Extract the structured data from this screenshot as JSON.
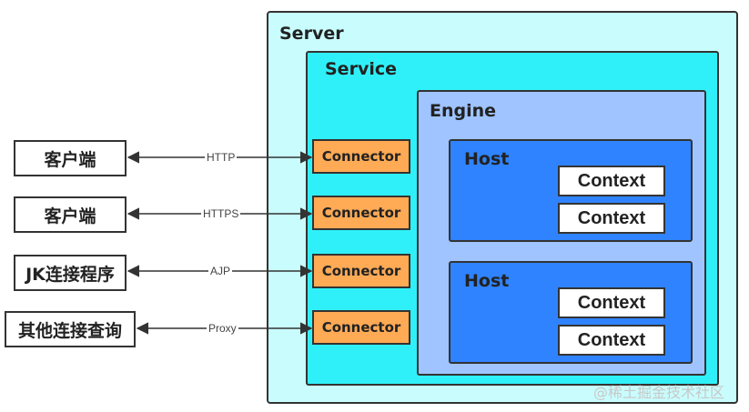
{
  "server": {
    "label": "Server"
  },
  "service": {
    "label": "Service"
  },
  "engine": {
    "label": "Engine"
  },
  "hosts": [
    {
      "label": "Host",
      "contexts": [
        "Context",
        "Context"
      ]
    },
    {
      "label": "Host",
      "contexts": [
        "Context",
        "Context"
      ]
    }
  ],
  "connectors": [
    "Connector",
    "Connector",
    "Connector",
    "Connector"
  ],
  "clients": [
    "客户端",
    "客户端",
    "JK连接程序",
    "其他连接查询"
  ],
  "protocols": [
    "HTTP",
    "HTTPS",
    "AJP",
    "Proxy"
  ],
  "watermark": "@稀土掘金技术社区",
  "colors": {
    "server": "#c9fdfd",
    "service": "#2ff0f8",
    "engine": "#9fc4ff",
    "host": "#2f83ff",
    "connector": "#ffaa55",
    "context": "#ffffff"
  }
}
